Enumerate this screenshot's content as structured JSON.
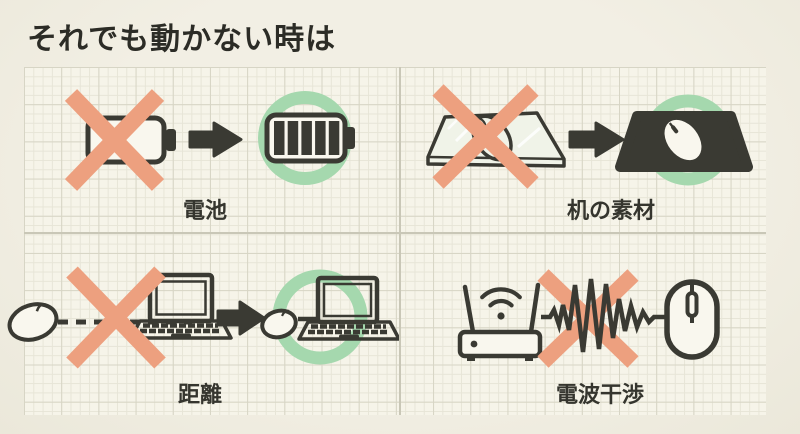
{
  "title": "それでも動かない時は",
  "colors": {
    "background": "#f2efe4",
    "paper": "#f6f4e9",
    "ink": "#3a3a33",
    "cross": "#eda07f",
    "ring": "#a5d8ae"
  },
  "sections": [
    {
      "label": "電池",
      "bad_icon": "empty-battery",
      "good_icon": "full-battery"
    },
    {
      "label": "机の素材",
      "bad_icon": "mouse-on-glass-desk",
      "good_icon": "mouse-on-mousepad"
    },
    {
      "label": "距離",
      "bad_icon": "mouse-far-from-laptop",
      "good_icon": "mouse-near-laptop"
    },
    {
      "label": "電波干渉",
      "icons": [
        "wifi-router",
        "radio-interference",
        "wireless-mouse"
      ]
    }
  ]
}
